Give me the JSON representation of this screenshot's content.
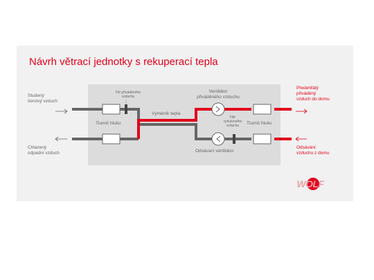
{
  "title": "Návrh větrací jednotky s rekuperací tepla",
  "labels": {
    "cold_fresh_air_1": "Studený",
    "cold_fresh_air_2": "čerstvý vzduch",
    "cooled_exhaust_1": "Chlazený",
    "cooled_exhaust_2": "odpadní vzduch",
    "preheated_1": "Předehřátý",
    "preheated_2": "přiváděný",
    "preheated_3": "vzduch do domu",
    "extraction_1": "Odsávání",
    "extraction_2": "vzduchu z domu",
    "supply_filter_1": "Filr přiváděného",
    "supply_filter_2": "vzduchu",
    "exhaust_filter_1": "Filtr",
    "exhaust_filter_2": "vyhukového",
    "exhaust_filter_3": "vzduchu",
    "silencer_left": "Tlumič hluku",
    "silencer_right": "Tlumič hluku",
    "heat_exchanger": "Výměník tepla",
    "supply_fan_1": "Ventilátor",
    "supply_fan_2": "přiváděného vzduchu",
    "exhaust_fan": "Odsávací ventilátor"
  },
  "logo": {
    "text": "WOLF"
  },
  "colors": {
    "accent_red": "#e2001a",
    "duct_gray": "#666666",
    "unit_box": "#dcdcdc",
    "slide_bg": "#f1f1f1"
  }
}
